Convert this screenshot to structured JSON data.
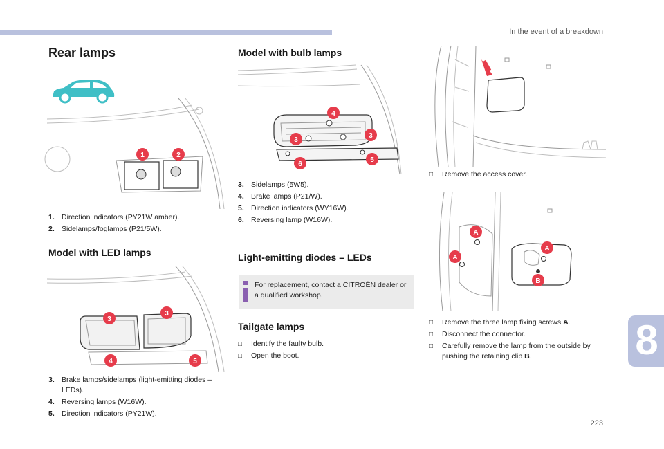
{
  "header": {
    "section": "In the event of a breakdown"
  },
  "page_number": "223",
  "chapter": "8",
  "rear_lamps": {
    "title": "Rear lamps",
    "items": [
      {
        "num": "1.",
        "text": "Direction indicators (PY21W amber)."
      },
      {
        "num": "2.",
        "text": "Sidelamps/foglamps (P21/5W)."
      }
    ]
  },
  "led_model": {
    "title": "Model with LED lamps",
    "items": [
      {
        "num": "3.",
        "text": "Brake lamps/sidelamps (light-emitting diodes – LEDs)."
      },
      {
        "num": "4.",
        "text": "Reversing lamps (W16W)."
      },
      {
        "num": "5.",
        "text": "Direction indicators (PY21W)."
      }
    ]
  },
  "bulb_model": {
    "title": "Model with bulb lamps",
    "items": [
      {
        "num": "3.",
        "text": "Sidelamps (5W5)."
      },
      {
        "num": "4.",
        "text": "Brake lamps (P21/W)."
      },
      {
        "num": "5.",
        "text": "Direction indicators (WY16W)."
      },
      {
        "num": "6.",
        "text": "Reversing lamp (W16W)."
      }
    ]
  },
  "leds": {
    "title": "Light-emitting diodes – LEDs",
    "info": "For replacement, contact a CITROËN dealer or a qualified workshop."
  },
  "tailgate": {
    "title": "Tailgate lamps",
    "steps": [
      "Identify the faulty bulb.",
      "Open the boot."
    ]
  },
  "access": {
    "step": "Remove the access cover."
  },
  "removal": {
    "step1_pre": "Remove the three lamp fixing screws ",
    "step1_bold": "A",
    "step1_post": ".",
    "step2": "Disconnect the connector.",
    "step3_pre": "Carefully remove the lamp from the outside by pushing the retaining clip ",
    "step3_bold": "B",
    "step3_post": "."
  },
  "callouts": {
    "c1": "1",
    "c2": "2",
    "c3": "3",
    "c4": "4",
    "c5": "5",
    "c6": "6",
    "cA": "A",
    "cB": "B"
  },
  "colors": {
    "accent": "#e63c4b",
    "car": "#3fbfc6",
    "band": "#b9c1de",
    "info_icon": "#8a5fb0"
  }
}
